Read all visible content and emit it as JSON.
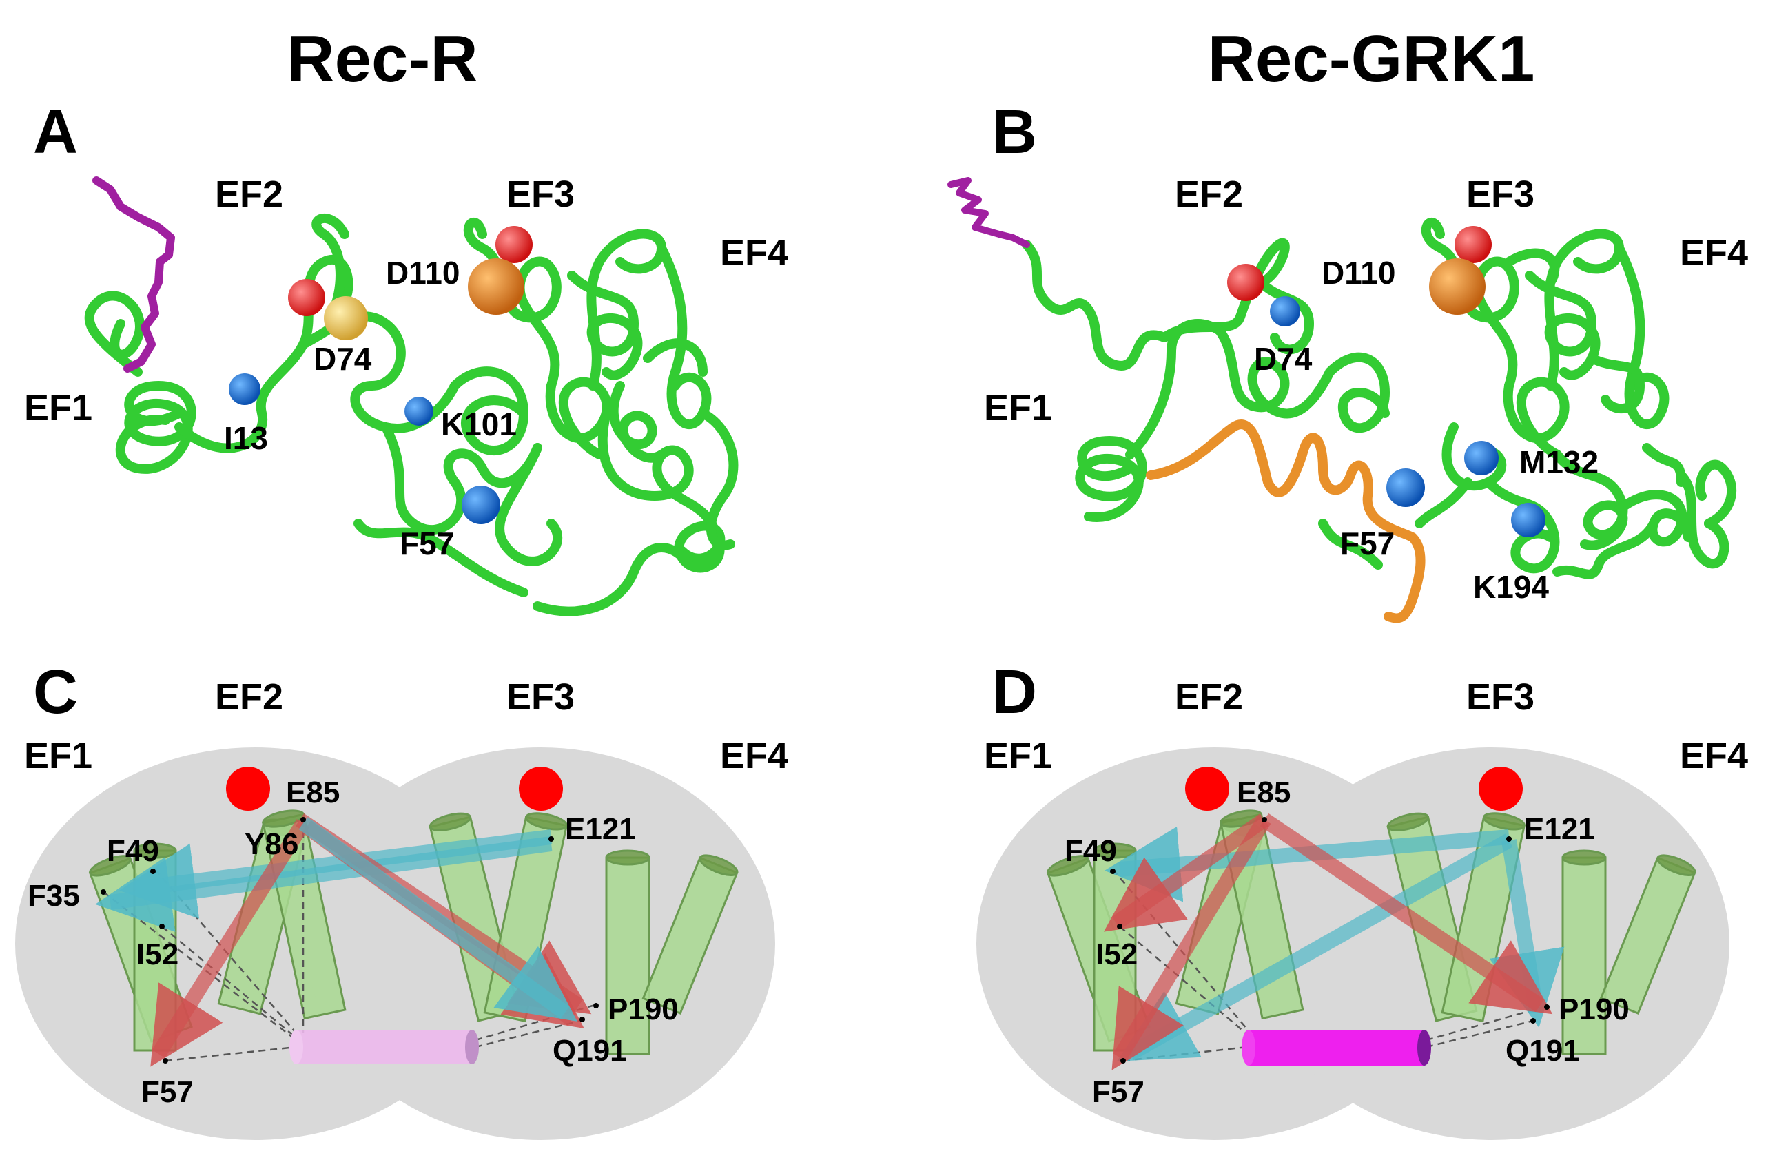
{
  "titles": {
    "left": "Rec-R",
    "right": "Rec-GRK1"
  },
  "panels": {
    "A": {
      "letter": "A",
      "ef": [
        "EF1",
        "EF2",
        "EF3",
        "EF4"
      ],
      "residues": {
        "d110": "D110",
        "d74": "D74",
        "i13": "I13",
        "k101": "K101",
        "f57": "F57"
      }
    },
    "B": {
      "letter": "B",
      "ef": [
        "EF1",
        "EF2",
        "EF3",
        "EF4"
      ],
      "residues": {
        "d110": "D110",
        "d74": "D74",
        "m132": "M132",
        "f57": "F57",
        "k194": "K194"
      }
    },
    "C": {
      "letter": "C",
      "ef": [
        "EF1",
        "EF2",
        "EF3",
        "EF4"
      ],
      "residues": {
        "e85": "E85",
        "y86": "Y86",
        "e121": "E121",
        "f49": "F49",
        "f35": "F35",
        "i52": "I52",
        "p190": "P190",
        "q191": "Q191",
        "f57": "F57"
      }
    },
    "D": {
      "letter": "D",
      "ef": [
        "EF1",
        "EF2",
        "EF3",
        "EF4"
      ],
      "residues": {
        "e85": "E85",
        "e121": "E121",
        "f49": "F49",
        "i52": "I52",
        "p190": "P190",
        "q191": "Q191",
        "f57": "F57"
      }
    }
  },
  "colors": {
    "ribbon": "#33cc33",
    "n_terminus": "#a020a0",
    "peptide": "#e8902a",
    "oxygen": "#e02020",
    "calcium": "#e8902a",
    "weak_site": "#f0d060",
    "probe": "#1e78d8",
    "domain_bg": "#d9d9d9",
    "helix": "#a8d890",
    "arrow_red": "#d05050",
    "arrow_cyan": "#50b8c8",
    "cylinder_light": "#e8b0e8",
    "cylinder_dark": "#ee20ee"
  }
}
